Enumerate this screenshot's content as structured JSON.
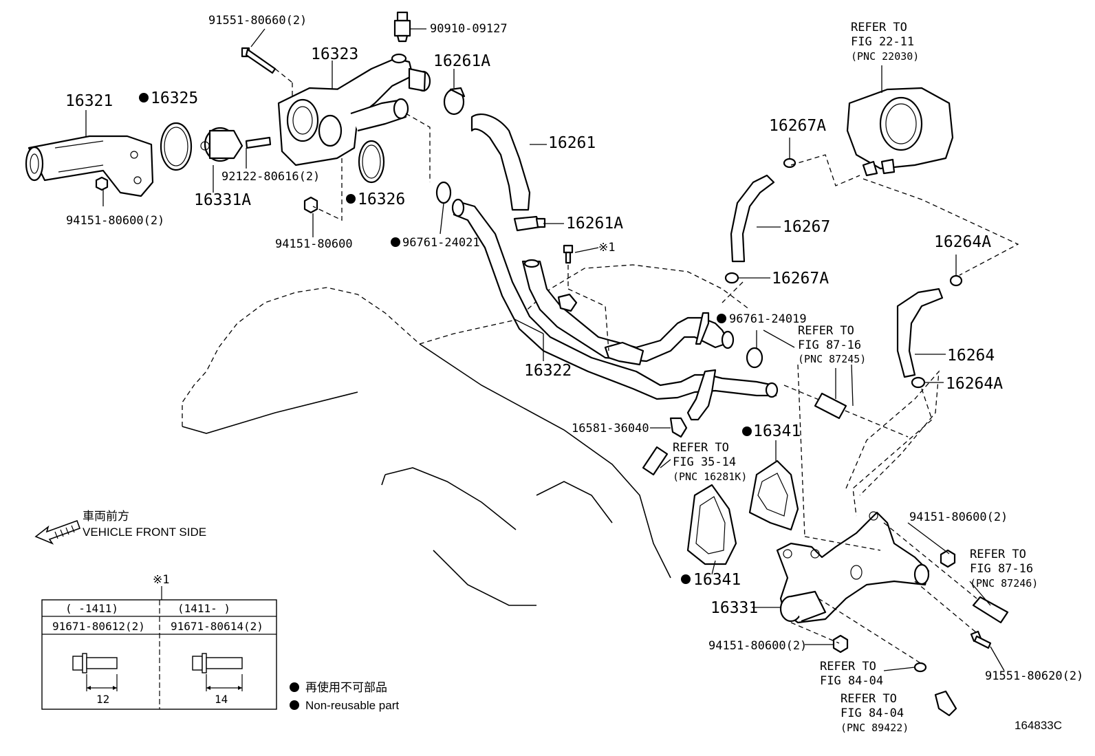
{
  "figure_code": "164833C",
  "callouts": {
    "p91551_80660": "91551-80660(2)",
    "p90910_09127": "90910-09127",
    "p16323": "16323",
    "p16261A_top": "16261A",
    "p16321": "16321",
    "p16325": "16325",
    "p16261": "16261",
    "p92122_80616": "92122-80616(2)",
    "p16331A": "16331A",
    "p16326": "16326",
    "p94151_80600_left": "94151-80600(2)",
    "p94151_80600_mid": "94151-80600",
    "p96761_24021": "96761-24021",
    "p16261A_mid": "16261A",
    "note1_mark": "※1",
    "p16267A_top": "16267A",
    "p16267": "16267",
    "p16267A_bot": "16267A",
    "p16264A_top": "16264A",
    "p96761_24019": "96761-24019",
    "p16264": "16264",
    "p16264A_bot": "16264A",
    "p16322": "16322",
    "p16581_36040": "16581-36040",
    "p16341_upper": "16341",
    "p16341_lower": "16341",
    "p16331": "16331",
    "p94151_80600_right": "94151-80600(2)",
    "p94151_80600_bottom": "94151-80600(2)",
    "p91551_80620": "91551-80620(2)"
  },
  "references": {
    "ref_22_11": {
      "line1": "REFER TO",
      "line2": "FIG 22-11",
      "line3": "(PNC 22030)"
    },
    "ref_87_16_a": {
      "line1": "REFER TO",
      "line2": "FIG 87-16",
      "line3": "(PNC 87245)"
    },
    "ref_35_14": {
      "line1": "REFER TO",
      "line2": "FIG 35-14",
      "line3": "(PNC 16281K)"
    },
    "ref_87_16_b": {
      "line1": "REFER TO",
      "line2": "FIG 87-16",
      "line3": "(PNC 87246)"
    },
    "ref_84_04_a": {
      "line1": "REFER TO",
      "line2": "FIG 84-04"
    },
    "ref_84_04_b": {
      "line1": "REFER TO",
      "line2": "FIG 84-04",
      "line3": "(PNC 89422)"
    }
  },
  "direction": {
    "jp": "車両前方",
    "en": "VEHICLE FRONT SIDE"
  },
  "note_table": {
    "mark": "※1",
    "col1_range": "(     -1411)",
    "col2_range": "(1411-     )",
    "col1_part": "91671-80612(2)",
    "col2_part": "91671-80614(2)",
    "col1_len": "12",
    "col2_len": "14"
  },
  "legend": {
    "jp": "再使用不可部品",
    "en": "Non-reusable part"
  }
}
